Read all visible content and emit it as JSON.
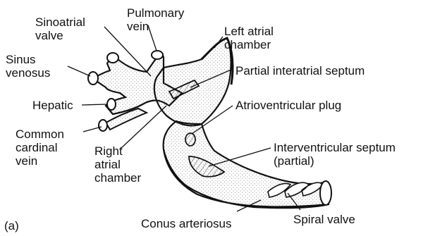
{
  "figure": {
    "panel_label": "(a)",
    "colors": {
      "ink": "#111111",
      "stipple": "#6b6b6b",
      "background": "#ffffff"
    },
    "labels": {
      "sinoatrial_valve": [
        "Sinoatrial",
        "valve"
      ],
      "pulmonary_vein": [
        "Pulmonary",
        "vein"
      ],
      "left_atrial_chamber": [
        "Left atrial",
        "chamber"
      ],
      "partial_interatrial_septum": "Partial interatrial septum",
      "sinus_venosus": [
        "Sinus",
        "venosus"
      ],
      "hepatic": "Hepatic",
      "atrioventricular_plug": "Atrioventricular plug",
      "common_cardinal_vein": [
        "Common",
        "cardinal",
        "vein"
      ],
      "right_atrial_chamber": [
        "Right",
        "atrial",
        "chamber"
      ],
      "interventricular_septum": [
        "Interventricular septum",
        "(partial)"
      ],
      "conus_arteriosus": "Conus arteriosus",
      "spiral_valve": "Spiral valve"
    }
  }
}
